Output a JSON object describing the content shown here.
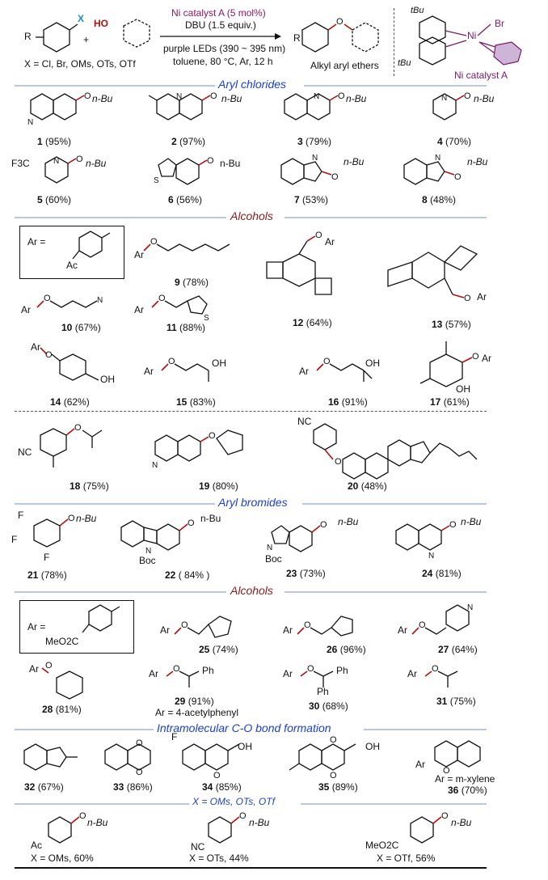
{
  "header": {
    "reagent_X": "X",
    "reagent_OH": "HO",
    "plus": "+",
    "cond1": "Ni catalyst A (5 mol%)",
    "cond2": "DBU (1.5 equiv.)",
    "cond3": "purple LEDs (390 ~ 395 nm)",
    "cond4": "toluene, 80 °C, Ar, 12 h",
    "X_scope": "X = Cl, Br, OMs, OTs, OTf",
    "product_label": "Alkyl aryl ethers",
    "catalyst_label": "Ni catalyst A",
    "tBu": "tBu",
    "Br": "Br",
    "Ni": "Ni",
    "R": "R"
  },
  "sections": {
    "aryl_chlorides": "Aryl chlorides",
    "alcohols1": "Alcohols",
    "aryl_bromides": "Aryl bromides",
    "alcohols2": "Alcohols",
    "intramolecular": "Intramolecular C-O bond formation",
    "x_other": "X = OMs, OTs, OTf"
  },
  "compounds": [
    {
      "num": "1",
      "yield": "(95%)"
    },
    {
      "num": "2",
      "yield": "(97%)"
    },
    {
      "num": "3",
      "yield": "(79%)"
    },
    {
      "num": "4",
      "yield": "(70%)"
    },
    {
      "num": "5",
      "yield": "(60%)"
    },
    {
      "num": "6",
      "yield": "(56%)"
    },
    {
      "num": "7",
      "yield": "(53%)"
    },
    {
      "num": "8",
      "yield": "(48%)"
    },
    {
      "num": "9",
      "yield": "(78%)"
    },
    {
      "num": "10",
      "yield": "(67%)"
    },
    {
      "num": "11",
      "yield": "(88%)"
    },
    {
      "num": "12",
      "yield": "(64%)"
    },
    {
      "num": "13",
      "yield": "(57%)"
    },
    {
      "num": "14",
      "yield": "(62%)"
    },
    {
      "num": "15",
      "yield": "(83%)"
    },
    {
      "num": "16",
      "yield": "(91%)"
    },
    {
      "num": "17",
      "yield": "(61%)"
    },
    {
      "num": "18",
      "yield": "(75%)"
    },
    {
      "num": "19",
      "yield": "(80%)"
    },
    {
      "num": "20",
      "yield": "(48%)"
    },
    {
      "num": "21",
      "yield": "(78%)"
    },
    {
      "num": "22",
      "yield": "( 84% )"
    },
    {
      "num": "23",
      "yield": "(73%)"
    },
    {
      "num": "24",
      "yield": "(81%)"
    },
    {
      "num": "25",
      "yield": "(74%)"
    },
    {
      "num": "26",
      "yield": "(96%)"
    },
    {
      "num": "27",
      "yield": "(64%)"
    },
    {
      "num": "28",
      "yield": "(81%)"
    },
    {
      "num": "29",
      "yield": "(91%)"
    },
    {
      "num": "30",
      "yield": "(68%)"
    },
    {
      "num": "31",
      "yield": "(75%)"
    },
    {
      "num": "32",
      "yield": "(67%)"
    },
    {
      "num": "33",
      "yield": "(86%)"
    },
    {
      "num": "34",
      "yield": "(85%)"
    },
    {
      "num": "35",
      "yield": "(89%)"
    },
    {
      "num": "36",
      "yield": "(70%)"
    }
  ],
  "notes": {
    "ar_eq": "Ar =",
    "ac": "Ac",
    "meo2c": "MeO2C",
    "ar_29": "Ar = 4-acetylphenyl",
    "ar_36": "Ar = m-xylene",
    "nbu": "n-Bu",
    "boc": "Boc",
    "f3c": "F3C",
    "nc": "NC",
    "x_oms": "X = OMs, 60%",
    "x_ots": "X = OTs, 44%",
    "x_otf": "X = OTf,  56%"
  }
}
